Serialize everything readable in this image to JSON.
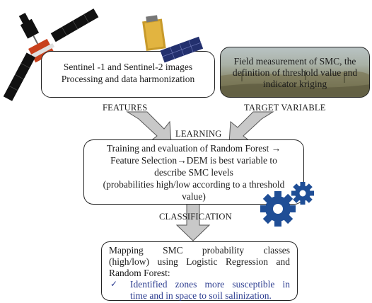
{
  "sentinel_box": {
    "line1": "Sentinel -1 and Sentinel-2 images",
    "line2": "Processing and data harmonization"
  },
  "field_box": {
    "line1": "Field measurement of SMC, the",
    "line2": "definition of threshold value and",
    "line3": "indicator kriging"
  },
  "labels": {
    "features": "FEATURES",
    "target": "TARGET VARIABLE",
    "learning": "LEARNING",
    "classification": "CLASSIFICATION"
  },
  "learning_box": {
    "line1": "Training and evaluation of Random Forest →",
    "line2": "Feature Selection→DEM is best variable to",
    "line3": "describe SMC levels",
    "line4": "(probabilities high/low according to a threshold",
    "line5": "value)"
  },
  "result_box": {
    "line1": "Mapping SMC probability classes",
    "line2": "(high/low) using Logistic Regression and",
    "line3": "Random Forest:",
    "bullet_mark": "✓",
    "bullet_line1": "Identified zones more susceptible in",
    "bullet_line2": "time and in space to soil salinization."
  },
  "colors": {
    "arrow_fill": "#c8c8c8",
    "gear": "#1f4e96",
    "bullet_text": "#2a3b8f"
  }
}
